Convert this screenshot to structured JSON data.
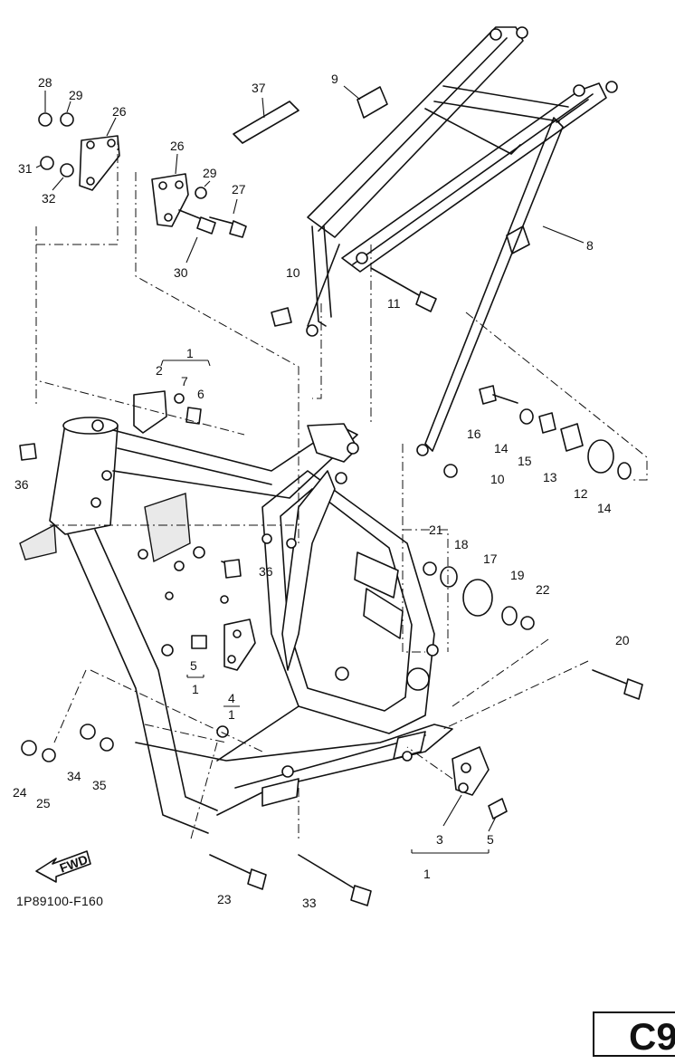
{
  "diagram_code": "1P89100-F160",
  "page_ref": "C9",
  "fwd_label": "FWD",
  "callouts": {
    "c28": "28",
    "c29a": "29",
    "c26a": "26",
    "c31": "31",
    "c32": "32",
    "c37": "37",
    "c9": "9",
    "c26b": "26",
    "c29b": "29",
    "c27": "27",
    "c30": "30",
    "c8": "8",
    "c10a": "10",
    "c11": "11",
    "c1a": "1",
    "c2": "2",
    "c7": "7",
    "c6": "6",
    "c36a": "36",
    "c16": "16",
    "c14a": "14",
    "c15": "15",
    "c13": "13",
    "c12": "12",
    "c14b": "14",
    "c10b": "10",
    "c21": "21",
    "c18": "18",
    "c17": "17",
    "c19": "19",
    "c22": "22",
    "c36b": "36",
    "c5a": "5",
    "c1b": "1",
    "c4": "4",
    "c1c": "1",
    "c20": "20",
    "c24": "24",
    "c25": "25",
    "c34": "34",
    "c35": "35",
    "c3": "3",
    "c5b": "5",
    "c1d": "1",
    "c23": "23",
    "c33": "33"
  }
}
